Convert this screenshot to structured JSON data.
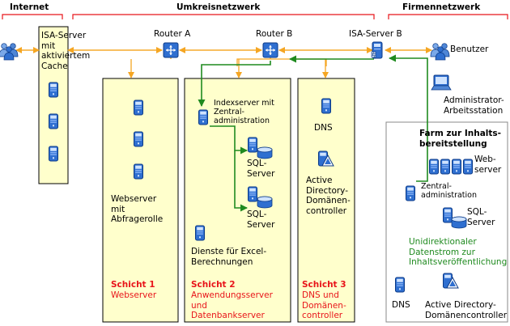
{
  "zones": {
    "internet": "Internet",
    "perimeter": "Umkreisnetzwerk",
    "corporate": "Firmennetzwerk"
  },
  "labels": {
    "isa_cache": "ISA-Server\nmit\naktiviertem\nCache",
    "router_a": "Router A",
    "router_b": "Router B",
    "isa_b": "ISA-Server B",
    "users": "Benutzer",
    "admin_ws": "Administrator-\nArbeitsstation",
    "index_server": "Indexserver mit\nZentral-\nadministration",
    "sql1": "SQL-\nServer",
    "sql2": "SQL-\nServer",
    "dns": "DNS",
    "ad_dc": "Active\nDirectory-\nDomänen-\ncontroller",
    "web_query": "Webserver\nmit\nAbfragerolle",
    "excel": "Dienste für Excel-\nBerechnungen",
    "farm_title": "Farm zur Inhalts-\nbereitstellung",
    "farm_web": "Web-\nserver",
    "farm_central": "Zentral-\nadministration",
    "farm_sql": "SQL-\nServer",
    "farm_dns": "DNS",
    "farm_ad": "Active Directory-\nDomänencontroller",
    "unidirectional": "Unidirektionaler\nDatenstrom zur\nInhaltsveröffentlichung"
  },
  "tiers": {
    "tier1_title": "Schicht 1",
    "tier1_desc": "Webserver",
    "tier2_title": "Schicht 2",
    "tier2_desc": "Anwendungsserver\nund\nDatenbankserver",
    "tier3_title": "Schicht 3",
    "tier3_desc": "DNS und\nDomänen-\ncontroller"
  },
  "colors": {
    "tier_fill": "#ffffcc",
    "accent_red": "#e8141a",
    "orange_line": "#f5a623",
    "green_line": "#1f8a1f",
    "server_blue": "#1f5ebd"
  },
  "icons": [
    "server-icon",
    "router-icon",
    "firewall-server-icon",
    "database-server-icon",
    "directory-server-icon",
    "users-icon",
    "workstation-icon"
  ]
}
